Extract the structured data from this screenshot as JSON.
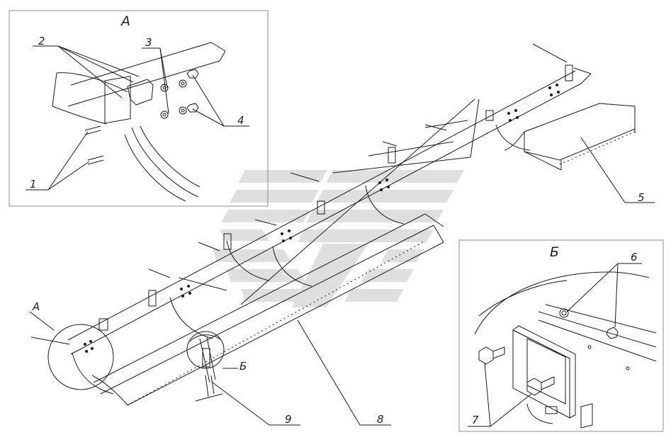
{
  "detail_a": {
    "title": "А",
    "callouts": [
      "1",
      "2",
      "3",
      "4"
    ]
  },
  "detail_b": {
    "title": "Б",
    "callouts": [
      "6",
      "7"
    ]
  },
  "main_view": {
    "marker_a": "А",
    "marker_b": "Б",
    "callouts": [
      "5",
      "8",
      "9"
    ]
  },
  "colors": {
    "line": "#1a1a1a",
    "frame": "#8c8c8c",
    "watermark": "#d9d9d9"
  },
  "icons": [
    "watermark-logo-icon"
  ]
}
